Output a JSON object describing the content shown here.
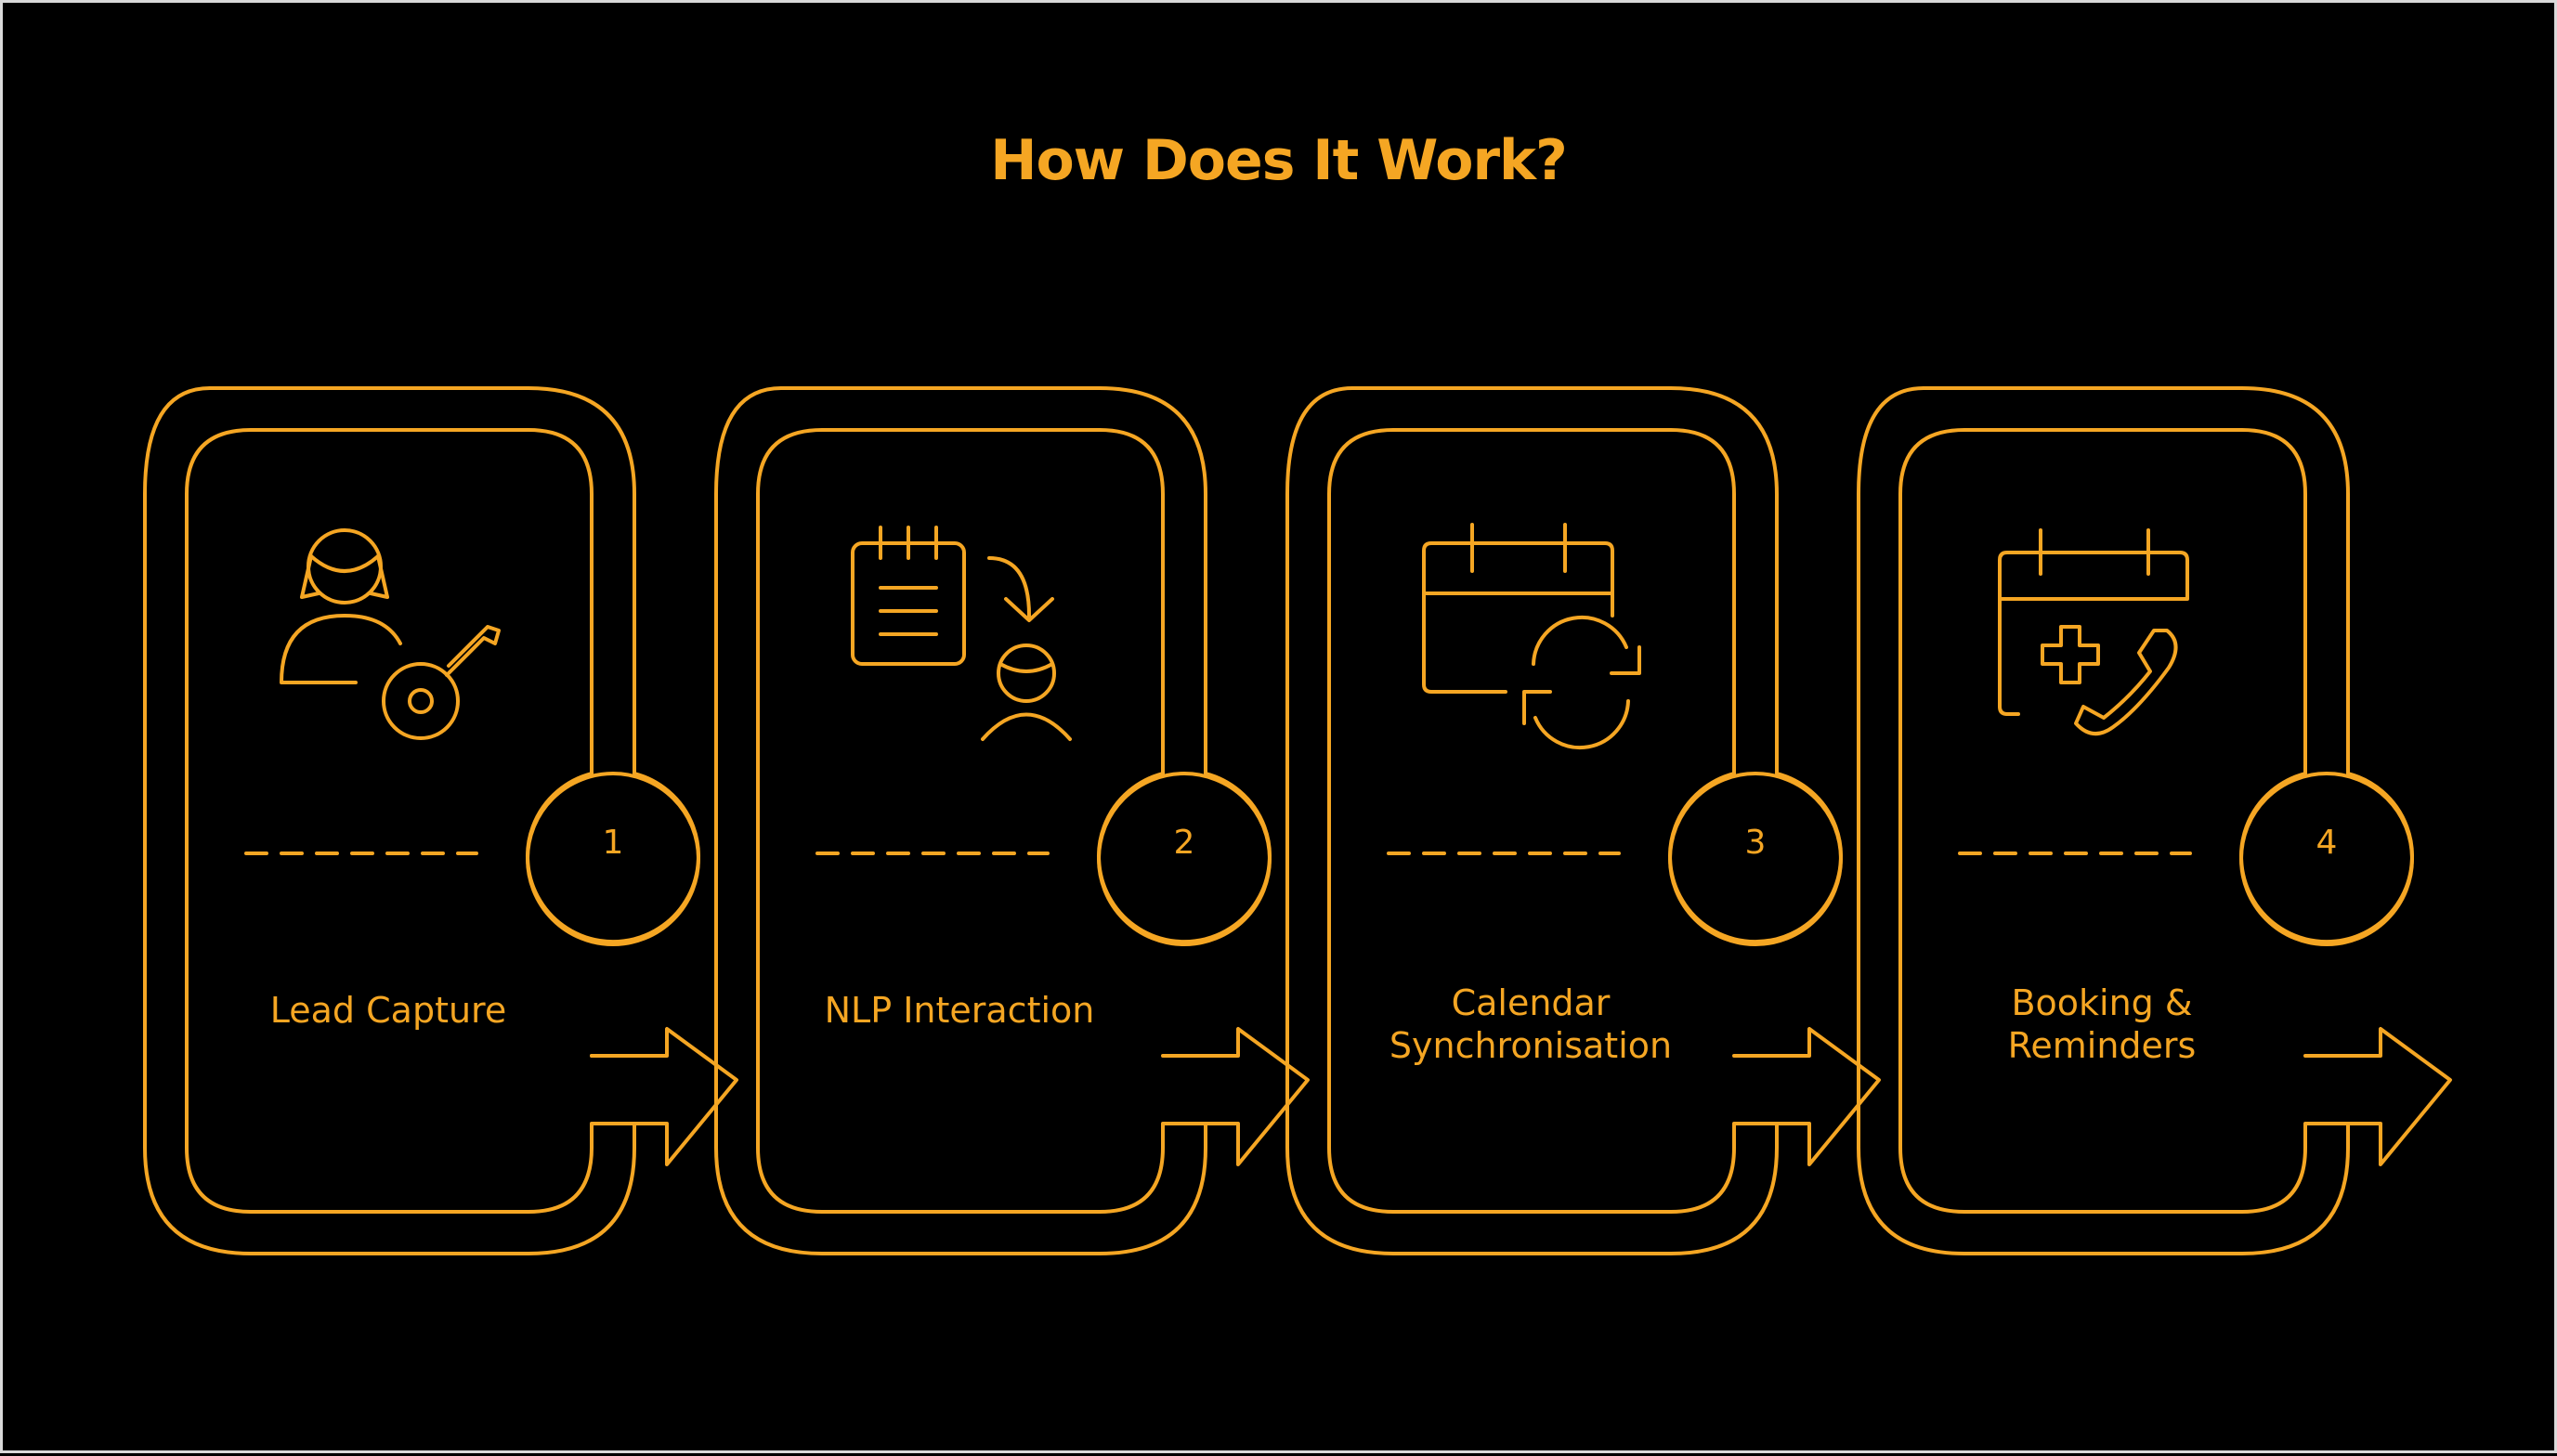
{
  "title": "How Does It Work?",
  "accent_color": "#f5a623",
  "background_color": "#000000",
  "steps": [
    {
      "number": "1",
      "label": "Lead Capture",
      "icon": "user-key-icon"
    },
    {
      "number": "2",
      "label": "NLP Interaction",
      "icon": "notepad-transfer-user-icon"
    },
    {
      "number": "3",
      "label": "Calendar Synchronisation",
      "icon": "calendar-sync-icon"
    },
    {
      "number": "4",
      "label": "Booking & Reminders",
      "icon": "medical-calendar-phone-icon"
    }
  ]
}
